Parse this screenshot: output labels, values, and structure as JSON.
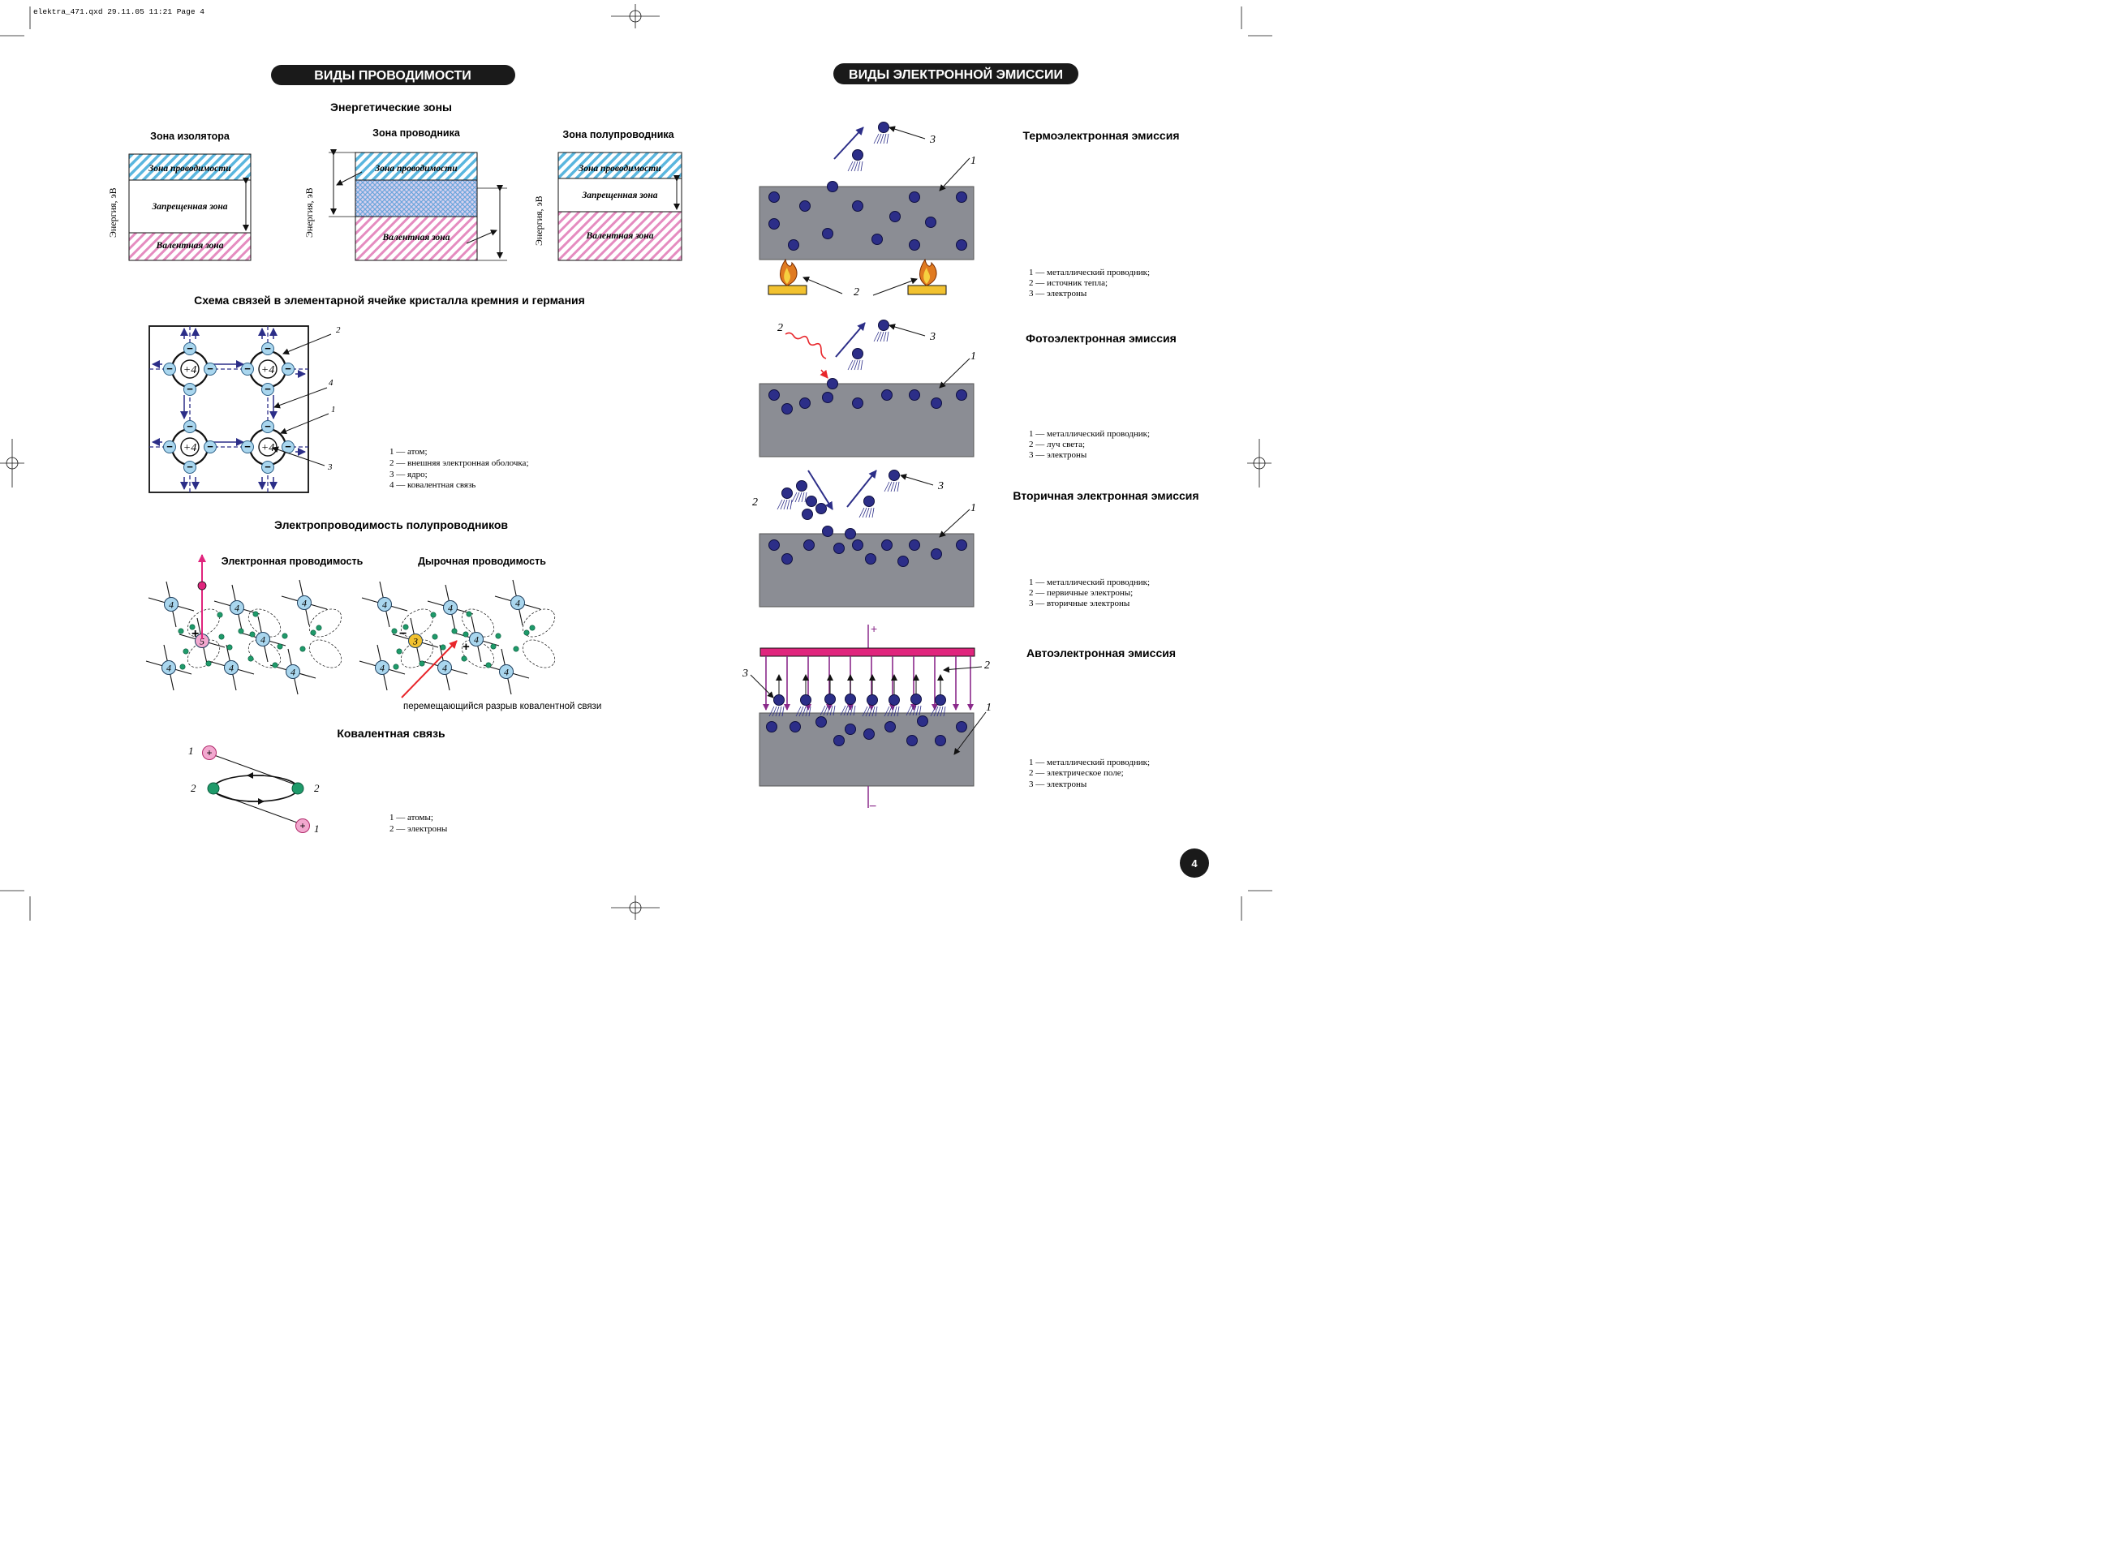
{
  "print_header": "elektra_471.qxd   29.11.05   11:21   Page 4",
  "page_number": "4",
  "colors": {
    "banner": "#1a1a1a",
    "hatch_blue": "#5ab6de",
    "hatch_pink": "#e58cc0",
    "metal": "#8b8d94",
    "electron": "#2c2e88",
    "atom_blue": "#a9d6ee",
    "atom_pink": "#f2a8cf",
    "atom_yellow": "#f2c230",
    "bond_green": "#1f9a6a",
    "plate": "#e0257d",
    "field": "#8a2a8a",
    "arrow_red": "#e8262b"
  },
  "left": {
    "banner": "ВИДЫ   ПРОВОДИМОСТИ",
    "zones_title": "Энергетические зоны",
    "insulator": {
      "title": "Зона изолятора",
      "conduction": "Зона проводимости",
      "forbidden": "Запрещенная зона",
      "valence": "Валентная  зона",
      "axis": "Энергия, эВ"
    },
    "conductor": {
      "title": "Зона проводника",
      "conduction": "Зона проводимости",
      "valence": "Валентная   зона",
      "axis": "Энергия, эВ"
    },
    "semiconductor": {
      "title": "Зона полупроводника",
      "conduction": "Зона проводимости",
      "forbidden": "Запрещенная зона",
      "valence": "Валентная   зона",
      "axis": "Энергия, эВ"
    },
    "crystal": {
      "title": "Схема связей в элементарной ячейке кристалла кремния и германия",
      "nucleus_label": "+4",
      "electron_sign": "−",
      "callouts": [
        "2",
        "4",
        "1",
        "3"
      ],
      "legend": [
        "1 — атом;",
        "2 — внешняя электронная оболочка;",
        "3 — ядро;",
        "4 — ковалентная связь"
      ]
    },
    "semi_conduct": {
      "title": "Электропроводимость  полупроводников",
      "electron_title": "Электронная проводимость",
      "hole_title": "Дырочная проводимость",
      "atom_label": "4",
      "donor_label": "5",
      "acceptor_label": "3",
      "plus": "+",
      "minus": "−",
      "caption": "перемещающийся разрыв ковалентной связи"
    },
    "covalent": {
      "title": "Ковалентная связь",
      "labels": [
        "1",
        "2",
        "2",
        "1"
      ],
      "plus": "+",
      "legend": [
        "1 — атомы;",
        "2 — электроны"
      ]
    }
  },
  "right": {
    "banner": "ВИДЫ ЭЛЕКТРОННОЙ ЭМИССИИ",
    "panels": [
      {
        "title": "Термоэлектронная эмиссия",
        "callouts": [
          "3",
          "1",
          "2"
        ],
        "legend": [
          "1 — металлический проводник;",
          "2 — источник тепла;",
          "3 — электроны"
        ]
      },
      {
        "title": "Фотоэлектронная эмиссия",
        "callouts": [
          "2",
          "3",
          "1"
        ],
        "legend": [
          "1 — металлический проводник;",
          "2 — луч света;",
          "3 — электроны"
        ]
      },
      {
        "title": "Вторичная электронная эмиссия",
        "callouts": [
          "2",
          "3",
          "1"
        ],
        "legend": [
          "1 — металлический проводник;",
          "2 — первичные электроны;",
          "3 — вторичные электроны"
        ]
      },
      {
        "title": "Автоэлектронная эмиссия",
        "callouts": [
          "3",
          "2",
          "1"
        ],
        "plus": "+",
        "minus": "−",
        "legend": [
          "1 — металлический проводник;",
          "2 — электрическое поле;",
          "3 — электроны"
        ]
      }
    ]
  }
}
